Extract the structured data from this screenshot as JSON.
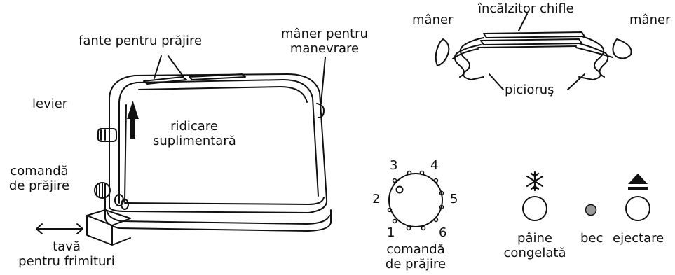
{
  "toaster": {
    "slots_label": "fante pentru prăjire",
    "lift_handle_label": [
      "mâner pentru",
      "manevrare"
    ],
    "lever_label": "levier",
    "extra_lift_label": [
      "ridicare",
      "suplimentară"
    ],
    "browning_control_label": [
      "comandă",
      "de prăjire"
    ],
    "crumb_tray_label": [
      "tavă",
      "pentru frimituri"
    ]
  },
  "bun_warmer": {
    "title": "încălzitor chifle",
    "handle_left": "mâner",
    "handle_right": "mâner",
    "foot_label": "picioruş"
  },
  "dial": {
    "numbers": [
      "1",
      "2",
      "3",
      "4",
      "5",
      "6"
    ],
    "label": [
      "comandă",
      "de prăjire"
    ]
  },
  "buttons": {
    "frozen_bread": [
      "pâine",
      "congelată"
    ],
    "lamp": "bec",
    "eject": "ejectare"
  },
  "icons": {
    "frozen": "snowflake-icon",
    "eject": "eject-icon"
  },
  "colors": {
    "lamp": "#9a9a9a",
    "line": "#111111"
  }
}
